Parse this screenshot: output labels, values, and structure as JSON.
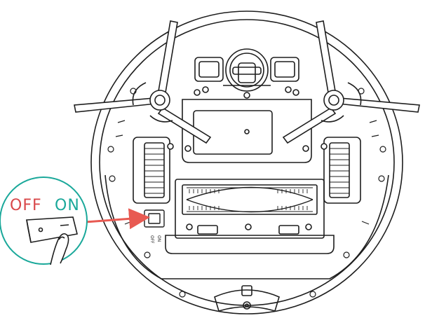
{
  "callout": {
    "off_label": "OFF",
    "on_label": "ON"
  },
  "switch_markings": {
    "off_text": "OFF",
    "on_text": "ON"
  },
  "colors": {
    "outline": "#1e1e1e",
    "off_text": "#d9484a",
    "on_text": "#1aa89a",
    "callout_ring": "#1aa89a",
    "arrow": "#e85a52"
  },
  "icons": [
    "side-brush-icon",
    "power-switch-icon",
    "hand-icon",
    "arrow-icon"
  ]
}
